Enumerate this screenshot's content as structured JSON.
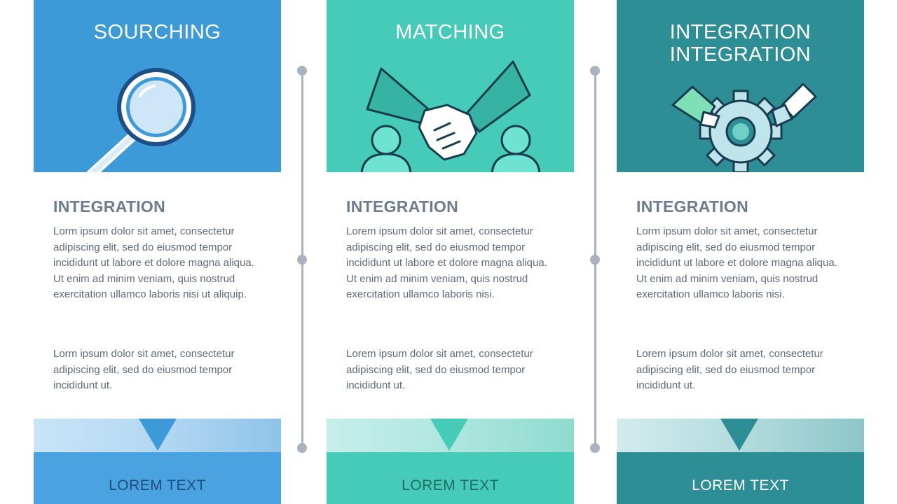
{
  "columns": [
    {
      "title": "SOURCHING",
      "icon": "magnifying-glass-icon",
      "heading": "INTEGRATION",
      "paragraph_1": "Lorm ipsum dolor sit amet, consectetur adipiscing elit, sed do eiusmod tempor incididunt ut labore et dolore magna aliqua. Ut enim ad minim veniam, quis nostrud exercitation ullamco laboris nisi ut aliquip.",
      "paragraph_2": "Lorm ipsum dolor sit amet, consectetur adipiscing elit, sed do eiusmod tempor incididunt ut.",
      "footer": "LOREM TEXT",
      "accent": "#3d9ad9"
    },
    {
      "title": "MATCHING",
      "icon": "handshake-icon",
      "heading": "INTEGRATION",
      "paragraph_1": "Lorem ipsum dolor sit amet, consectetur adipiscing elit, sed do eiusmod tempor incididunt ut labore et dolore magna aliqua. Ut enim ad minim veniam, quis nostrud exercitation ullamco laboris nisi.",
      "paragraph_2": "Lorem ipsum dolor sit amet, consectetur adipiscing elit, sed do eiusmod tempor incididunt ut.",
      "footer": "LOREM TEXT",
      "accent": "#45cbb8"
    },
    {
      "title": "INTEGRATION\nINTEGRATION",
      "icon": "gear-hands-icon",
      "heading": "INTEGRATION",
      "paragraph_1": "Lorm ipsum dolor sit amet, consectetur adipiscing elit, sed do eiusmod tempor incididunt ut labore et dolore magna aliqua. Ut enim ad minim veniam, quis nostrud exercitation ullamco laboris nisi.",
      "paragraph_2": "Lorem ipsum dolor sit amet, consectetur adipiscing elit, sed do eiusmod tempor incididunt ut.",
      "footer": "LOREM TEXT",
      "accent": "#2e8e96"
    }
  ]
}
